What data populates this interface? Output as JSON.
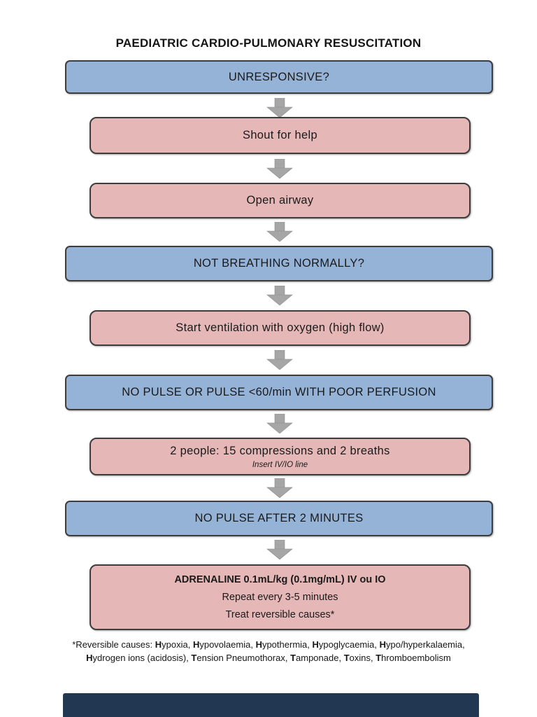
{
  "page": {
    "title": "PAEDIATRIC CARDIO-PULMONARY RESUSCITATION"
  },
  "palette": {
    "box_blue": "#95b3d7",
    "box_pink": "#e5b8b7",
    "border_dark": "#3d3d3d",
    "arrow_gray": "#a6a6a6",
    "text_dark": "#1a1a1a",
    "bottom_bar": "#223751"
  },
  "flow": {
    "unresponsive": {
      "label": "UNRESPONSIVE?"
    },
    "shout": {
      "label": "Shout for help"
    },
    "open_airway": {
      "label": "Open airway"
    },
    "not_breathing": {
      "label": "NOT BREATHING NORMALLY?"
    },
    "ventilation": {
      "label": "Start ventilation with oxygen (high flow)"
    },
    "no_pulse": {
      "label": "NO PULSE OR PULSE <60/min WITH POOR PERFUSION"
    },
    "cpr": {
      "label": "2 people: 15 compressions and 2 breaths",
      "note": "Insert IV/IO line"
    },
    "no_pulse_2min": {
      "label": "NO PULSE AFTER 2 MINUTES"
    },
    "adrenaline": {
      "line1": "ADRENALINE 0.1mL/kg (0.1mg/mL) IV ou IO",
      "line2": "Repeat every 3-5 minutes",
      "line3": "Treat reversible causes*"
    }
  },
  "footnote": {
    "line1_segments": [
      {
        "t": "*Reversible causes: ",
        "b": false
      },
      {
        "t": "H",
        "b": true
      },
      {
        "t": "ypoxia, ",
        "b": false
      },
      {
        "t": "H",
        "b": true
      },
      {
        "t": "ypovolaemia, ",
        "b": false
      },
      {
        "t": "H",
        "b": true
      },
      {
        "t": "ypothermia, ",
        "b": false
      },
      {
        "t": "H",
        "b": true
      },
      {
        "t": "ypoglycaemia, ",
        "b": false
      },
      {
        "t": "H",
        "b": true
      },
      {
        "t": "ypo/hyperkalaemia,",
        "b": false
      }
    ],
    "line2_segments": [
      {
        "t": "H",
        "b": true
      },
      {
        "t": "ydrogen ions (acidosis), ",
        "b": false
      },
      {
        "t": "T",
        "b": true
      },
      {
        "t": "ension Pneumothorax, ",
        "b": false
      },
      {
        "t": "T",
        "b": true
      },
      {
        "t": "amponade, ",
        "b": false
      },
      {
        "t": "T",
        "b": true
      },
      {
        "t": "oxins, ",
        "b": false
      },
      {
        "t": "T",
        "b": true
      },
      {
        "t": "hromboembolism",
        "b": false
      }
    ]
  }
}
